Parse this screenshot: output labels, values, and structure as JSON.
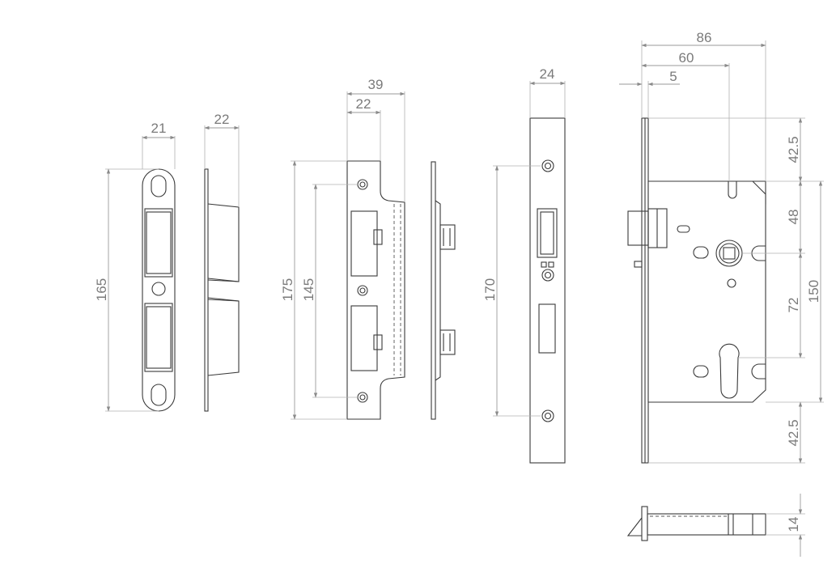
{
  "dimensions": {
    "strike_plate_width": "21",
    "strike_plate_height": "165",
    "strike_side_depth": "22",
    "forend_width": "39",
    "forend_inner_width": "22",
    "forend_height": "175",
    "forend_hole_spacing": "145",
    "faceplate_width": "24",
    "faceplate_hole_spacing": "170",
    "case_overall_width": "86",
    "backset": "60",
    "faceplate_thickness": "5",
    "top_offset": "42.5",
    "follower_to_centre": "48",
    "centre_to_cylinder": "72",
    "case_height": "150",
    "bottom_offset": "42.5",
    "case_thickness": "14"
  }
}
